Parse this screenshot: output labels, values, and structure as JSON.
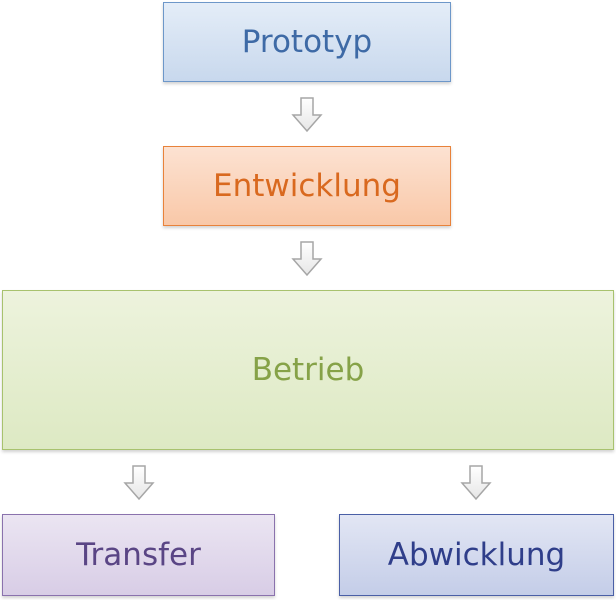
{
  "diagram": {
    "nodes": {
      "prototyp": "Prototyp",
      "entwicklung": "Entwicklung",
      "betrieb": "Betrieb",
      "transfer": "Transfer",
      "abwicklung": "Abwicklung"
    },
    "edges": [
      {
        "from": "Prototyp",
        "to": "Entwicklung"
      },
      {
        "from": "Entwicklung",
        "to": "Betrieb"
      },
      {
        "from": "Betrieb",
        "to": "Transfer"
      },
      {
        "from": "Betrieb",
        "to": "Abwicklung"
      }
    ],
    "colors": {
      "prototyp": "#3e6aa6",
      "entwicklung": "#d9691f",
      "betrieb": "#86a248",
      "transfer": "#5a4585",
      "abwicklung": "#2f3e8a",
      "arrow": "#a6a6a6"
    }
  }
}
